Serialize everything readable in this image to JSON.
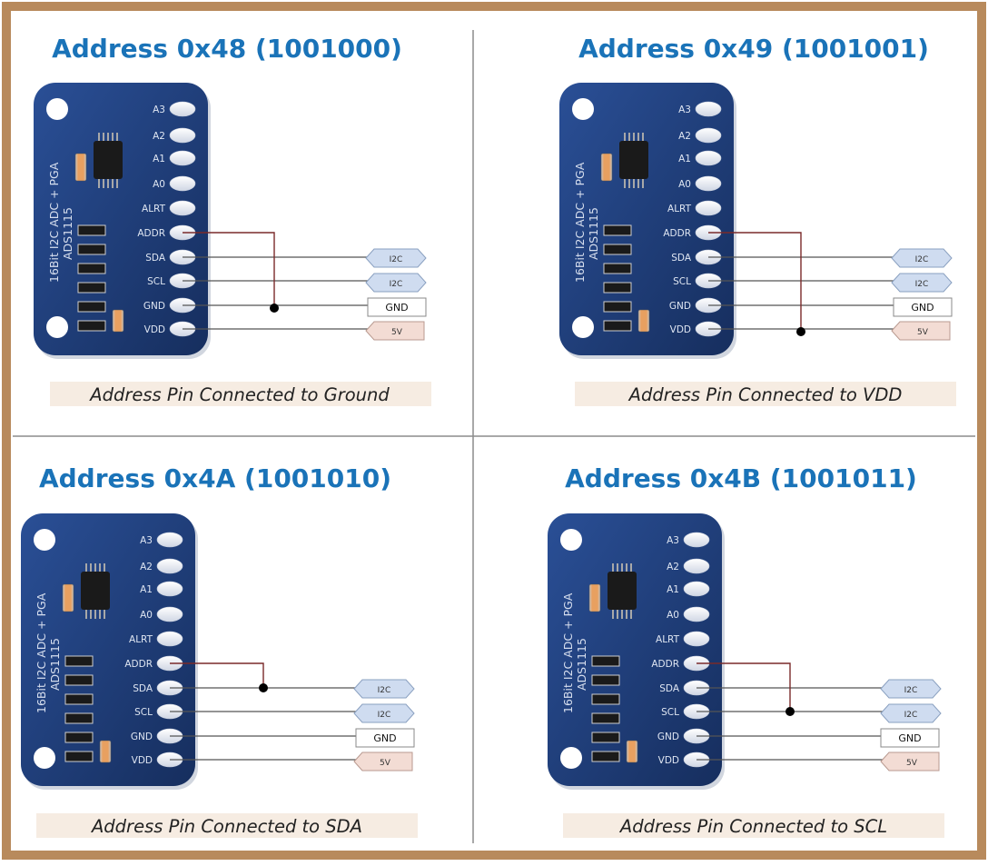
{
  "panels": [
    {
      "id": "p1",
      "title": "Address 0x48 (1001000)",
      "caption": "Address Pin Connected to Ground",
      "addr_target": "GND"
    },
    {
      "id": "p2",
      "title": "Address 0x49 (1001001)",
      "caption": "Address Pin Connected to VDD",
      "addr_target": "VDD"
    },
    {
      "id": "p3",
      "title": "Address 0x4A (1001010)",
      "caption": "Address Pin Connected to SDA",
      "addr_target": "SDA"
    },
    {
      "id": "p4",
      "title": "Address 0x4B (1001011)",
      "caption": "Address Pin Connected to SCL",
      "addr_target": "SCL"
    }
  ],
  "board": {
    "pins": [
      "A3",
      "A2",
      "A1",
      "A0",
      "ALRT",
      "ADDR",
      "SDA",
      "SCL",
      "GND",
      "VDD"
    ],
    "label_line1": "16Bit I2C ADC + PGA",
    "label_line2": "ADS1115"
  },
  "connectors": {
    "sda": "I2C",
    "scl": "I2C",
    "gnd": "GND",
    "vdd": "5V"
  },
  "colors": {
    "frame": "#b88a5c",
    "board": "#1f3d7a",
    "title": "#1a73b8",
    "caption_bg": "#f6ece2",
    "wire": "#555555",
    "addr_wire": "#7a2a2a",
    "i2c_fill": "#cfdcf0",
    "vdd_fill": "#f3dcd4"
  }
}
